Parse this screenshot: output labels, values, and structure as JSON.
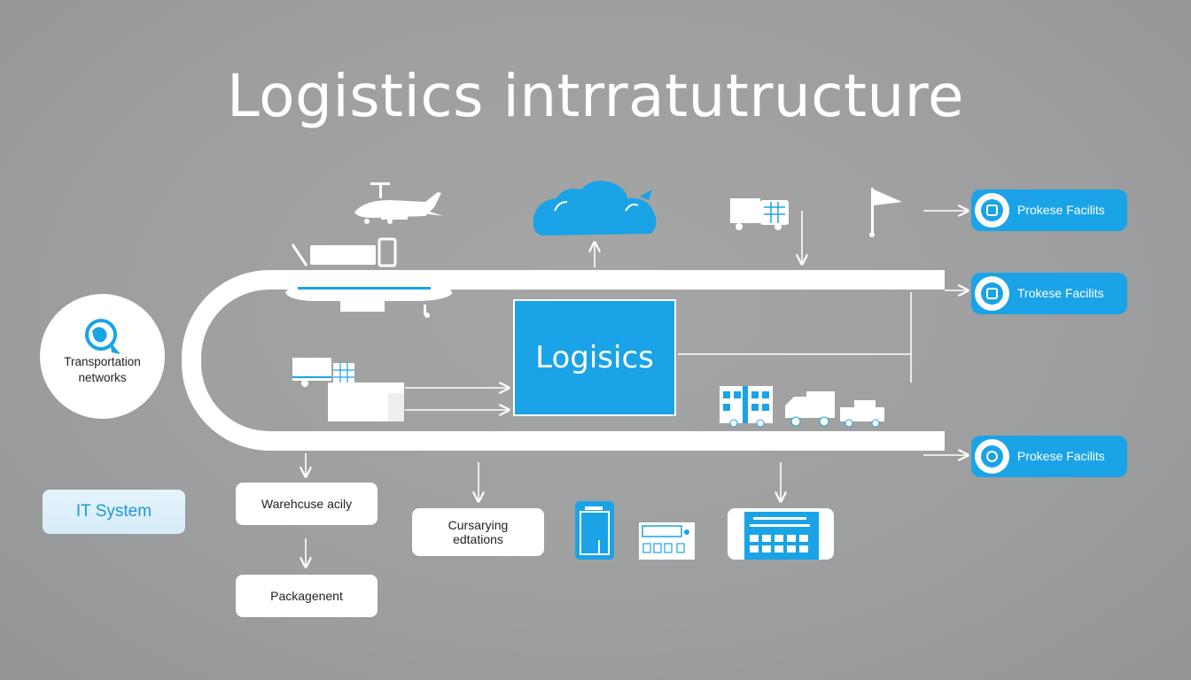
{
  "title": "Logistics intrratutructure",
  "center": {
    "label": "Logisics"
  },
  "transport_node": {
    "label_line1": "Transportation",
    "label_line2": "networks",
    "icon": "globe-icon"
  },
  "it_system": {
    "label": "IT System"
  },
  "warehouse": {
    "label": "Warehcuse acily"
  },
  "packaging": {
    "label": "Packagenent"
  },
  "curing": {
    "label_line1": "Cursarying",
    "label_line2": "edtations"
  },
  "facilities": [
    {
      "label": "Prokese Facilits",
      "icon": "building-icon"
    },
    {
      "label": "Trokese Facilits",
      "icon": "lock-icon"
    },
    {
      "label": "Prokese Facilits",
      "icon": "refresh-icon"
    }
  ],
  "colors": {
    "accent": "#1aa3e6",
    "background": "#9d9e9f",
    "line": "#ffffff"
  }
}
